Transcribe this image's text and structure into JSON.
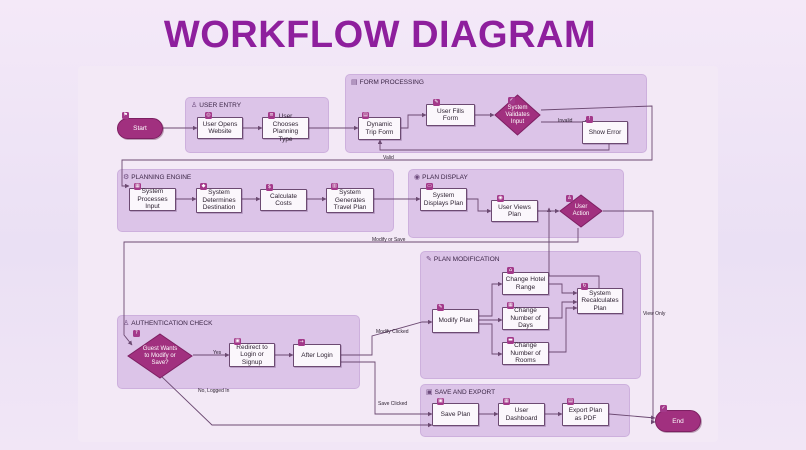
{
  "title": "WORKFLOW DIAGRAM",
  "groups": {
    "user_entry": "USER ENTRY",
    "form_processing": "FORM PROCESSING",
    "planning_engine": "PLANNING ENGINE",
    "plan_display": "PLAN DISPLAY",
    "plan_modification": "PLAN MODIFICATION",
    "auth_check": "AUTHENTICATION CHECK",
    "save_export": "SAVE AND EXPORT"
  },
  "nodes": {
    "start": "Start",
    "opens_website": "User Opens Website",
    "chooses_type": "User Chooses Planning Type",
    "dynamic_form": "Dynamic Trip Form",
    "fills_form": "User Fills Form",
    "validates": "System Validates Input",
    "show_error": "Show Error",
    "processes_input": "System Processes Input",
    "determines_destination": "System Determines Destination",
    "calculate_costs": "Calculate Costs",
    "generates_plan": "System Generates Travel Plan",
    "displays_plan": "System Displays Plan",
    "views_plan": "User Views Plan",
    "user_action": "User Action",
    "modify_plan": "Modify Plan",
    "change_hotel": "Change Hotel Range",
    "change_days": "Change Number of Days",
    "change_rooms": "Change Number of Rooms",
    "recalculates": "System Recalculates Plan",
    "guest_wants": "Guest Wants to Modify or Save?",
    "redirect_login": "Redirect to Login or Signup",
    "after_login": "After Login",
    "save_plan": "Save Plan",
    "dashboard": "User Dashboard",
    "export_pdf": "Export Plan as PDF",
    "end": "End"
  },
  "edges": {
    "invalid": "Invalid",
    "valid": "Valid",
    "modify_or_save": "Modify or Save",
    "modify_clicked": "Modify Clicked",
    "yes": "Yes",
    "no_logged_in": "No, Logged In",
    "save_clicked": "Save Clicked",
    "view_only": "View Only"
  },
  "colors": {
    "title": "#8e1f9d",
    "terminal": "#a1307f",
    "group": "#dcc4e8",
    "line": "#6c4a72"
  }
}
